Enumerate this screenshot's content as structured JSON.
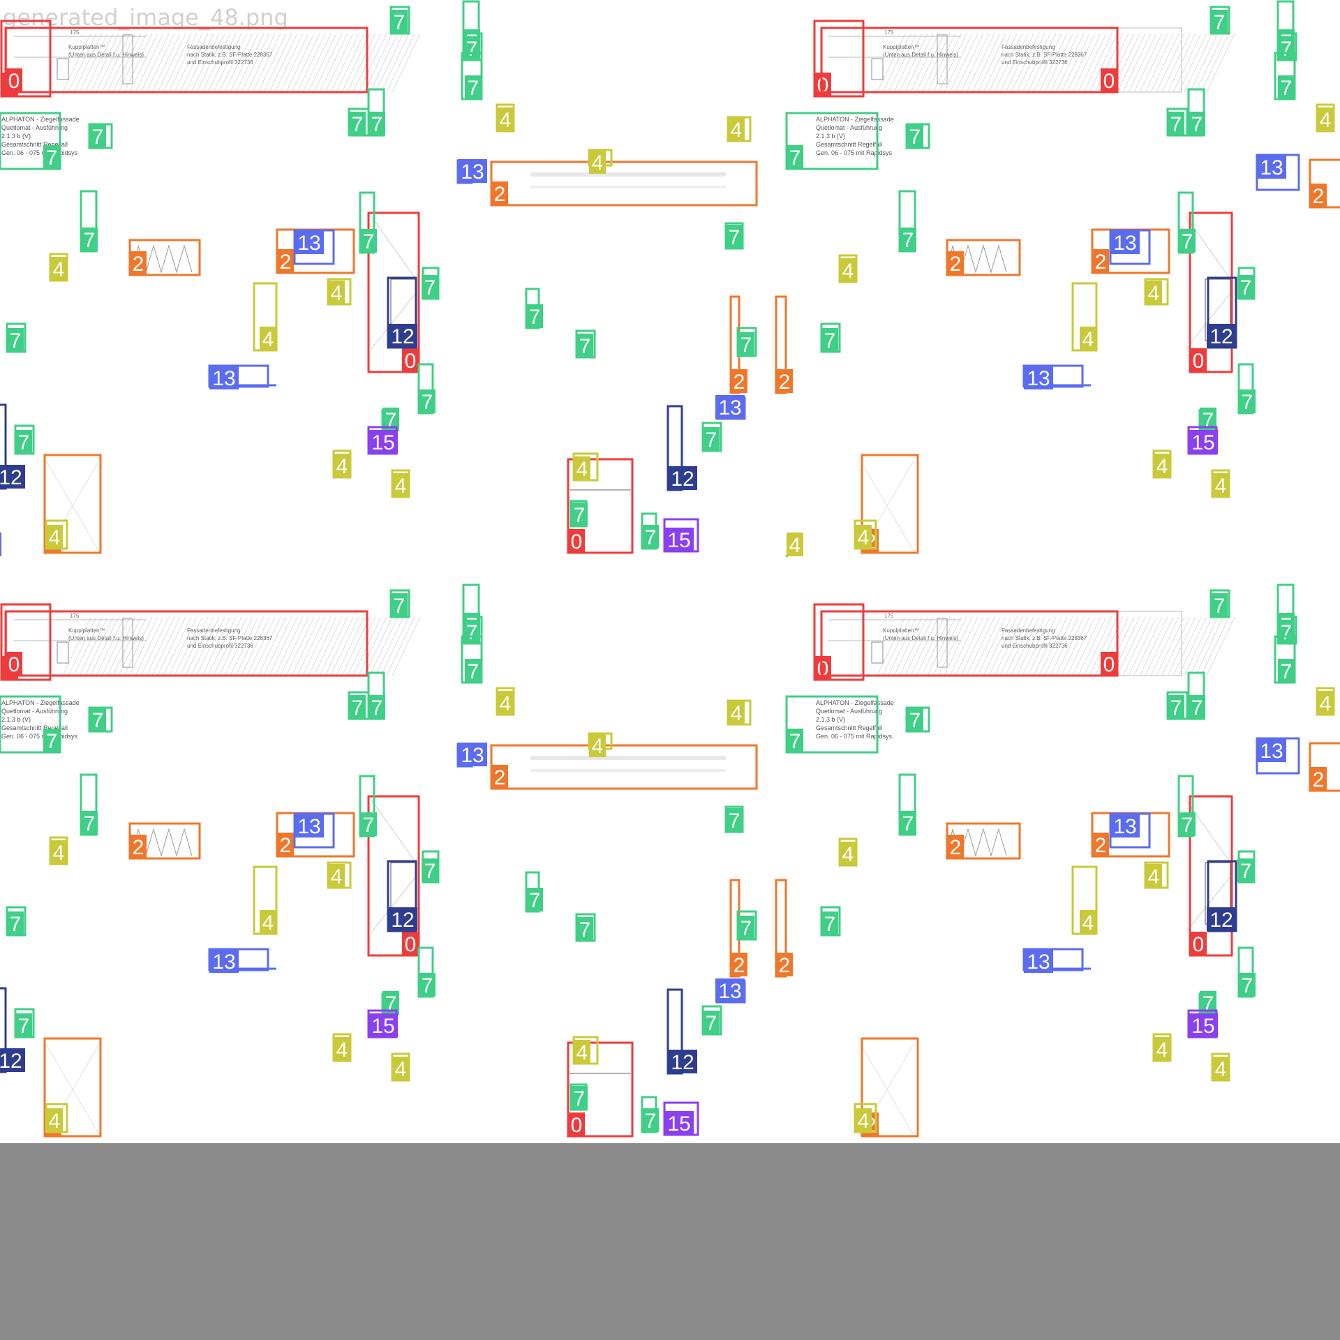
{
  "image": {
    "filename": "generated_image_48.png",
    "background_color": "#ffffff",
    "footer_band_color": "#8b8b8b"
  },
  "class_colors": {
    "0": "#ef3b3b",
    "2": "#f0772a",
    "4": "#c9c93a",
    "7": "#3fcf86",
    "12": "#2e3d8f",
    "13": "#5b6cf0",
    "15": "#8a3ff0"
  },
  "drawing_text": {
    "title_block_lines": [
      "ALPHATON - Ziegelfassade",
      "Quetlomat - Ausführung",
      "2.1.3 b (V)",
      "Gesamtschnitt Regelfall",
      "Gen. 06 - 075 mit Rapidsys"
    ],
    "fassade_lines": [
      "Fassadenbefestigung",
      "nach Statik, z.B. SF-Platte 228367",
      "und Einschubprofil 322736"
    ],
    "kupplung_lines": [
      "Kupplplatten™",
      "(Unten aus Detail f.u. Hinweis)"
    ],
    "dim_label": "175"
  },
  "tiles": [
    {
      "id": "tl",
      "detections": [
        {
          "class": "0",
          "label": "0"
        },
        {
          "class": "0",
          "label": "0"
        },
        {
          "class": "0",
          "label": "0"
        },
        {
          "class": "0",
          "label": "0"
        },
        {
          "class": "2",
          "label": "2"
        },
        {
          "class": "2",
          "label": "2"
        },
        {
          "class": "2",
          "label": "2"
        },
        {
          "class": "2",
          "label": "2"
        },
        {
          "class": "2",
          "label": "2"
        },
        {
          "class": "2",
          "label": "2"
        },
        {
          "class": "4",
          "label": "4"
        },
        {
          "class": "4",
          "label": "4"
        },
        {
          "class": "4",
          "label": "4"
        },
        {
          "class": "4",
          "label": "4"
        },
        {
          "class": "4",
          "label": "4"
        },
        {
          "class": "4",
          "label": "4"
        },
        {
          "class": "4",
          "label": "4"
        },
        {
          "class": "4",
          "label": "4"
        },
        {
          "class": "4",
          "label": "4"
        },
        {
          "class": "4",
          "label": "4"
        },
        {
          "class": "4",
          "label": "4"
        },
        {
          "class": "7",
          "label": "7"
        },
        {
          "class": "7",
          "label": "7"
        },
        {
          "class": "7",
          "label": "7"
        },
        {
          "class": "7",
          "label": "7"
        },
        {
          "class": "7",
          "label": "7"
        },
        {
          "class": "7",
          "label": "7"
        },
        {
          "class": "7",
          "label": "7"
        },
        {
          "class": "7",
          "label": "7"
        },
        {
          "class": "7",
          "label": "7"
        },
        {
          "class": "7",
          "label": "7"
        },
        {
          "class": "7",
          "label": "7"
        },
        {
          "class": "7",
          "label": "7"
        },
        {
          "class": "7",
          "label": "7"
        },
        {
          "class": "7",
          "label": "7"
        },
        {
          "class": "7",
          "label": "7"
        },
        {
          "class": "7",
          "label": "7"
        },
        {
          "class": "7",
          "label": "7"
        },
        {
          "class": "7",
          "label": "7"
        },
        {
          "class": "7",
          "label": "7"
        },
        {
          "class": "7",
          "label": "7"
        },
        {
          "class": "12",
          "label": "12"
        },
        {
          "class": "12",
          "label": "12"
        },
        {
          "class": "12",
          "label": "12"
        },
        {
          "class": "13",
          "label": "13"
        },
        {
          "class": "13",
          "label": "13"
        },
        {
          "class": "13",
          "label": "13"
        },
        {
          "class": "13",
          "label": "13"
        },
        {
          "class": "15",
          "label": "15"
        },
        {
          "class": "15",
          "label": "15"
        }
      ]
    },
    {
      "id": "tr",
      "detections": [
        {
          "class": "0",
          "label": "0"
        },
        {
          "class": "0",
          "label": "0"
        },
        {
          "class": "0",
          "label": "0"
        },
        {
          "class": "0",
          "label": "0"
        },
        {
          "class": "2",
          "label": "2"
        },
        {
          "class": "2",
          "label": "2"
        },
        {
          "class": "2",
          "label": "2"
        },
        {
          "class": "2",
          "label": "2"
        },
        {
          "class": "2",
          "label": "2"
        },
        {
          "class": "4",
          "label": "4"
        },
        {
          "class": "4",
          "label": "4"
        },
        {
          "class": "4",
          "label": "4"
        },
        {
          "class": "4",
          "label": "4"
        },
        {
          "class": "4",
          "label": "4"
        },
        {
          "class": "4",
          "label": "4"
        },
        {
          "class": "4",
          "label": "4"
        },
        {
          "class": "4",
          "label": "4"
        },
        {
          "class": "7",
          "label": "7"
        },
        {
          "class": "7",
          "label": "7"
        },
        {
          "class": "7",
          "label": "7"
        },
        {
          "class": "7",
          "label": "7"
        },
        {
          "class": "7",
          "label": "7"
        },
        {
          "class": "7",
          "label": "7"
        },
        {
          "class": "7",
          "label": "7"
        },
        {
          "class": "7",
          "label": "7"
        },
        {
          "class": "7",
          "label": "7"
        },
        {
          "class": "7",
          "label": "7"
        },
        {
          "class": "7",
          "label": "7"
        },
        {
          "class": "7",
          "label": "7"
        },
        {
          "class": "7",
          "label": "7"
        },
        {
          "class": "7",
          "label": "7"
        },
        {
          "class": "7",
          "label": "7"
        },
        {
          "class": "7",
          "label": "7"
        },
        {
          "class": "12",
          "label": "12"
        },
        {
          "class": "12",
          "label": "12"
        },
        {
          "class": "13",
          "label": "13"
        },
        {
          "class": "13",
          "label": "13"
        },
        {
          "class": "13",
          "label": "13"
        },
        {
          "class": "13",
          "label": "13"
        },
        {
          "class": "15",
          "label": "15"
        }
      ]
    },
    {
      "id": "bl",
      "detections": [
        {
          "class": "0",
          "label": "0"
        },
        {
          "class": "0",
          "label": "0"
        },
        {
          "class": "0",
          "label": "0"
        },
        {
          "class": "0",
          "label": "0"
        },
        {
          "class": "2",
          "label": "2"
        },
        {
          "class": "2",
          "label": "2"
        },
        {
          "class": "2",
          "label": "2"
        },
        {
          "class": "2",
          "label": "2"
        },
        {
          "class": "2",
          "label": "2"
        },
        {
          "class": "2",
          "label": "2"
        },
        {
          "class": "4",
          "label": "4"
        },
        {
          "class": "4",
          "label": "4"
        },
        {
          "class": "4",
          "label": "4"
        },
        {
          "class": "4",
          "label": "4"
        },
        {
          "class": "4",
          "label": "4"
        },
        {
          "class": "4",
          "label": "4"
        },
        {
          "class": "4",
          "label": "4"
        },
        {
          "class": "4",
          "label": "4"
        },
        {
          "class": "4",
          "label": "4"
        },
        {
          "class": "4",
          "label": "4"
        },
        {
          "class": "4",
          "label": "4"
        },
        {
          "class": "7",
          "label": "7"
        },
        {
          "class": "7",
          "label": "7"
        },
        {
          "class": "7",
          "label": "7"
        },
        {
          "class": "7",
          "label": "7"
        },
        {
          "class": "7",
          "label": "7"
        },
        {
          "class": "7",
          "label": "7"
        },
        {
          "class": "7",
          "label": "7"
        },
        {
          "class": "7",
          "label": "7"
        },
        {
          "class": "7",
          "label": "7"
        },
        {
          "class": "7",
          "label": "7"
        },
        {
          "class": "7",
          "label": "7"
        },
        {
          "class": "7",
          "label": "7"
        },
        {
          "class": "7",
          "label": "7"
        },
        {
          "class": "7",
          "label": "7"
        },
        {
          "class": "7",
          "label": "7"
        },
        {
          "class": "7",
          "label": "7"
        },
        {
          "class": "7",
          "label": "7"
        },
        {
          "class": "7",
          "label": "7"
        },
        {
          "class": "7",
          "label": "7"
        },
        {
          "class": "7",
          "label": "7"
        },
        {
          "class": "7",
          "label": "7"
        },
        {
          "class": "12",
          "label": "12"
        },
        {
          "class": "12",
          "label": "12"
        },
        {
          "class": "12",
          "label": "12"
        },
        {
          "class": "13",
          "label": "13"
        },
        {
          "class": "13",
          "label": "13"
        },
        {
          "class": "13",
          "label": "13"
        },
        {
          "class": "13",
          "label": "13"
        },
        {
          "class": "15",
          "label": "15"
        },
        {
          "class": "15",
          "label": "15"
        }
      ]
    },
    {
      "id": "br",
      "detections": [
        {
          "class": "0",
          "label": "0"
        },
        {
          "class": "0",
          "label": "0"
        },
        {
          "class": "0",
          "label": "0"
        },
        {
          "class": "2",
          "label": "2"
        },
        {
          "class": "2",
          "label": "2"
        },
        {
          "class": "2",
          "label": "2"
        },
        {
          "class": "2",
          "label": "2"
        },
        {
          "class": "2",
          "label": "2"
        },
        {
          "class": "4",
          "label": "4"
        },
        {
          "class": "4",
          "label": "4"
        },
        {
          "class": "4",
          "label": "4"
        },
        {
          "class": "4",
          "label": "4"
        },
        {
          "class": "4",
          "label": "4"
        },
        {
          "class": "4",
          "label": "4"
        },
        {
          "class": "4",
          "label": "4"
        },
        {
          "class": "4",
          "label": "4"
        },
        {
          "class": "7",
          "label": "7"
        },
        {
          "class": "7",
          "label": "7"
        },
        {
          "class": "7",
          "label": "7"
        },
        {
          "class": "7",
          "label": "7"
        },
        {
          "class": "7",
          "label": "7"
        },
        {
          "class": "7",
          "label": "7"
        },
        {
          "class": "7",
          "label": "7"
        },
        {
          "class": "7",
          "label": "7"
        },
        {
          "class": "7",
          "label": "7"
        },
        {
          "class": "7",
          "label": "7"
        },
        {
          "class": "7",
          "label": "7"
        },
        {
          "class": "7",
          "label": "7"
        },
        {
          "class": "7",
          "label": "7"
        },
        {
          "class": "7",
          "label": "7"
        },
        {
          "class": "7",
          "label": "7"
        },
        {
          "class": "7",
          "label": "7"
        },
        {
          "class": "12",
          "label": "12"
        },
        {
          "class": "12",
          "label": "12"
        },
        {
          "class": "13",
          "label": "13"
        },
        {
          "class": "13",
          "label": "13"
        },
        {
          "class": "13",
          "label": "13"
        },
        {
          "class": "13",
          "label": "13"
        },
        {
          "class": "15",
          "label": "15"
        }
      ]
    }
  ]
}
